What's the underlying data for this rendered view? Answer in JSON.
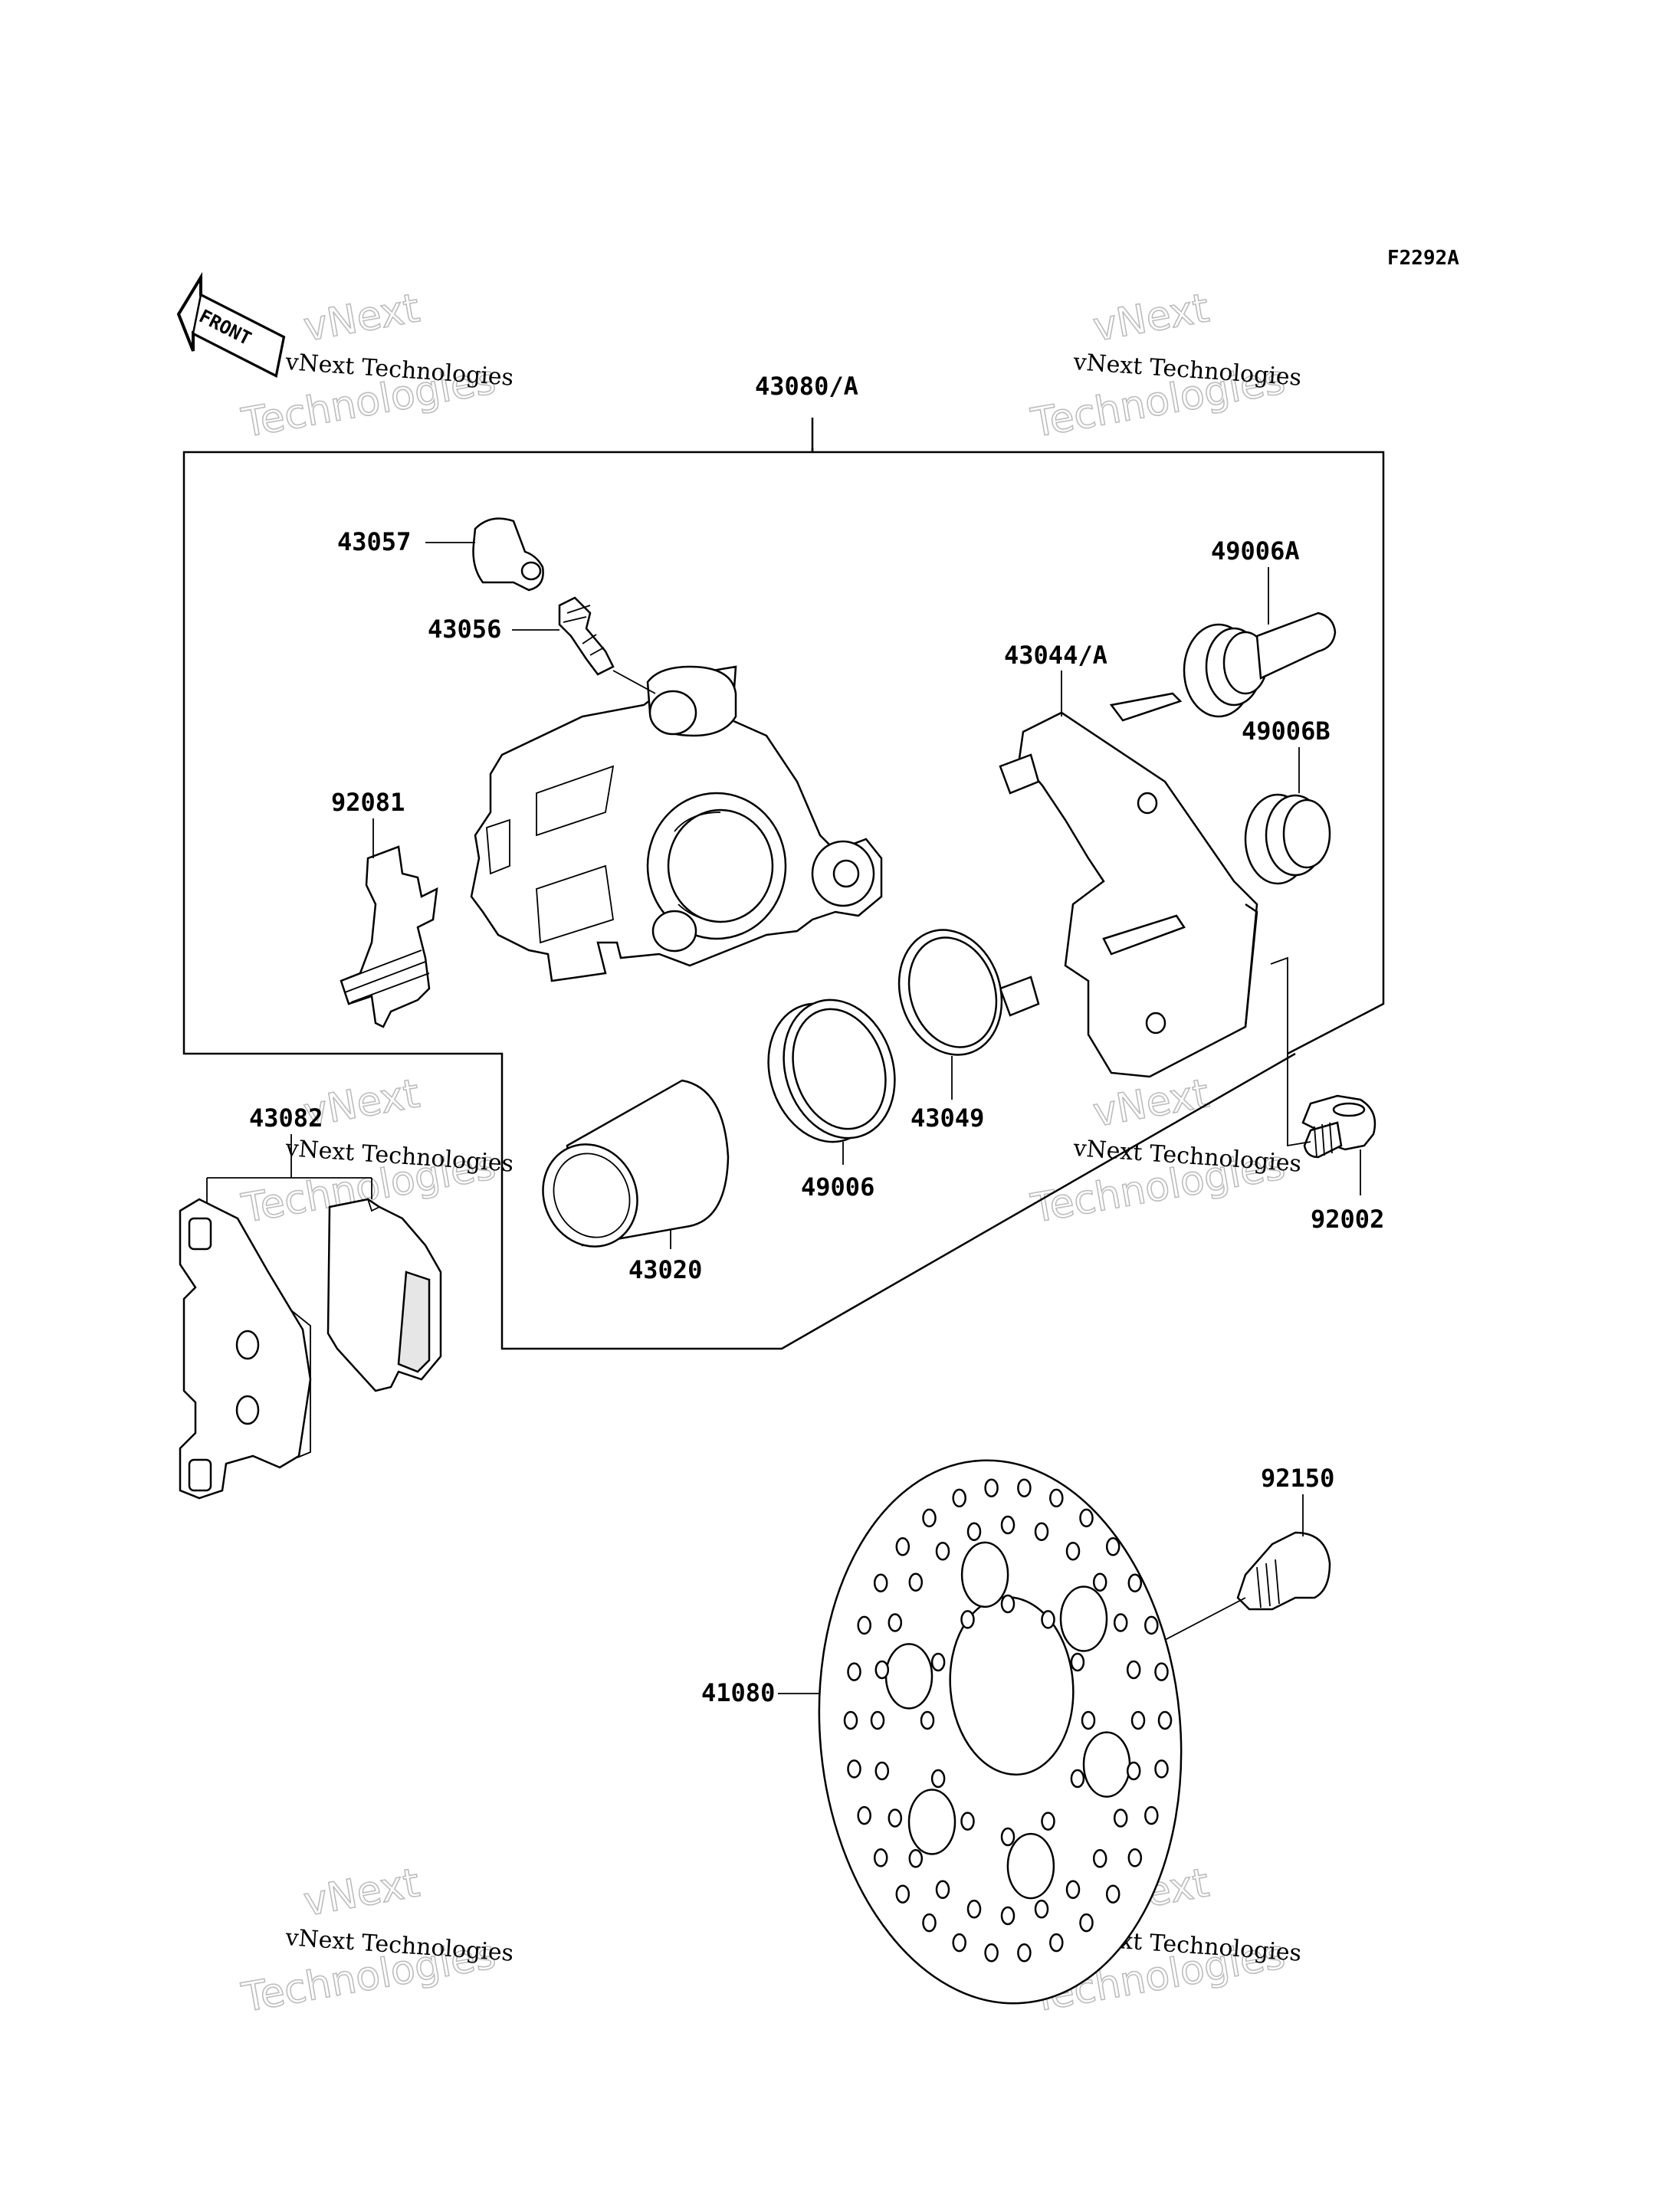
{
  "figure_code": "F2292A",
  "front_marker": "FRONT",
  "watermark": {
    "small": "vNext Technologies",
    "big_line1": "vNext",
    "big_line2": "Technologies"
  },
  "parts": [
    {
      "id": "caliper-assembly",
      "number": "43080/A"
    },
    {
      "id": "bleed-valve-cap",
      "number": "43057"
    },
    {
      "id": "bleed-valve",
      "number": "43056"
    },
    {
      "id": "pad-spring",
      "number": "92081"
    },
    {
      "id": "bracket-holder",
      "number": "43044/A"
    },
    {
      "id": "pin-boot-a",
      "number": "49006A"
    },
    {
      "id": "pin-boot-b",
      "number": "49006B"
    },
    {
      "id": "seal-ring",
      "number": "43049"
    },
    {
      "id": "dust-seal",
      "number": "49006"
    },
    {
      "id": "piston",
      "number": "43020"
    },
    {
      "id": "brake-pads",
      "number": "43082"
    },
    {
      "id": "bolt",
      "number": "92002"
    },
    {
      "id": "disc-bolt",
      "number": "92150"
    },
    {
      "id": "brake-disc",
      "number": "41080"
    }
  ]
}
